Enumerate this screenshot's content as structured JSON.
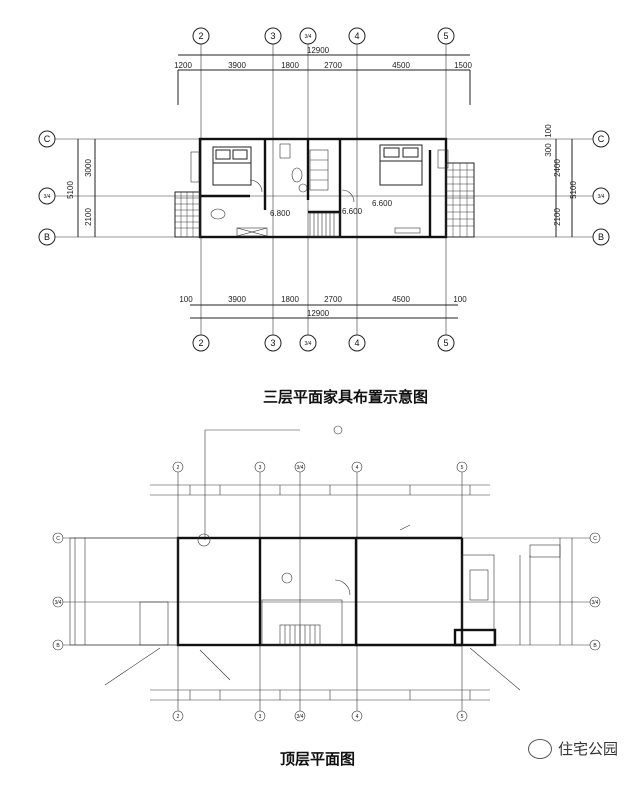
{
  "plan1": {
    "title": "三层平面家具布置示意图",
    "overall_width": "12900",
    "top_dims": [
      "1200",
      "3900",
      "1800",
      "2700",
      "4500",
      "1500"
    ],
    "bottom_dims": [
      "100",
      "3900",
      "1800",
      "2700",
      "4500",
      "100"
    ],
    "left_dims": [
      "3000",
      "2100"
    ],
    "left_total": "5100",
    "right_dims": [
      "300",
      "2400",
      "2100"
    ],
    "right_total": "5100",
    "right_top_small": "100",
    "col_axes": [
      "2",
      "3",
      "3/4",
      "4",
      "5"
    ],
    "row_axes": [
      "C",
      "3/4",
      "B"
    ],
    "elevations": [
      "6.800",
      "6.600",
      "6.600"
    ]
  },
  "plan2": {
    "title": "顶层平面图",
    "col_axes": [
      "2",
      "3",
      "3/4",
      "4",
      "5"
    ],
    "row_axes": [
      "C",
      "3/4",
      "B"
    ]
  },
  "watermark": "住宅公园"
}
